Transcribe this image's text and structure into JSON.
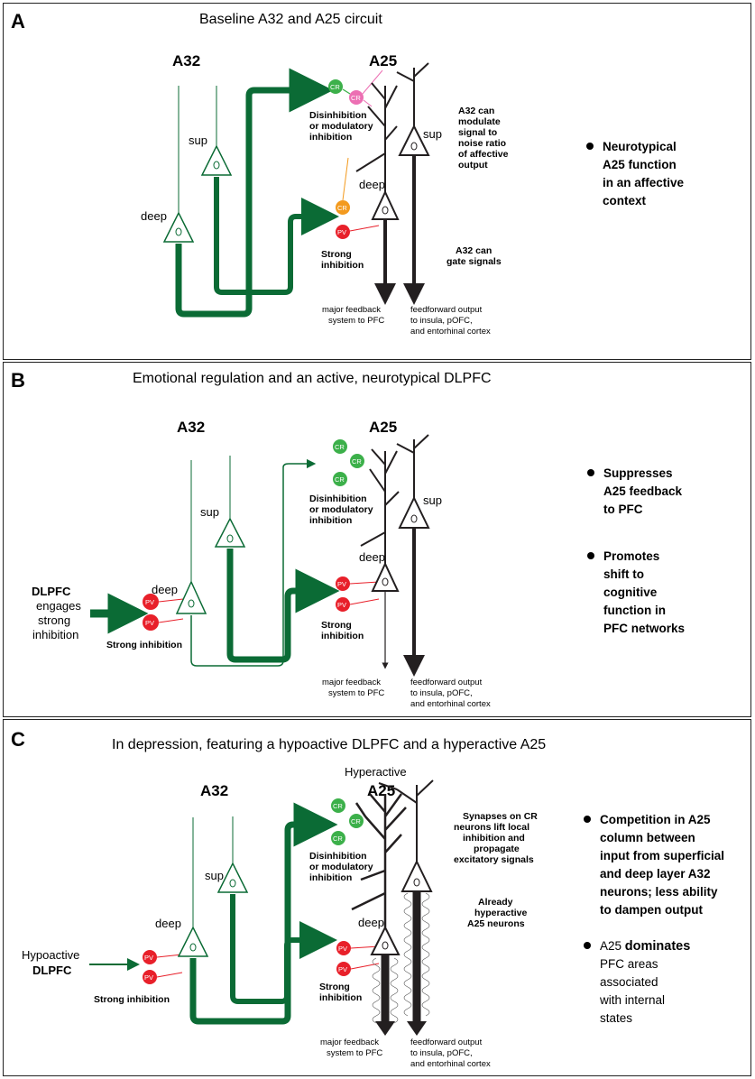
{
  "panels": [
    {
      "letter": "A",
      "title": "Baseline A32 and A25 circuit",
      "a32": "A32",
      "a25": "A25",
      "sup": "sup",
      "deep": "deep",
      "a25_sup": "sup",
      "a25_deep": "deep",
      "cr": "CR",
      "pv": "PV",
      "disinh": [
        "Disinhibition",
        "or modulatory",
        "inhibition"
      ],
      "strong": [
        "Strong",
        "inhibition"
      ],
      "modulate": [
        "A32 can",
        "modulate",
        "signal to",
        "noise ratio",
        "of affective",
        "output"
      ],
      "gate": [
        "A32 can",
        "gate signals"
      ],
      "feedback": [
        "major feedback",
        "system to PFC"
      ],
      "feedforward": [
        "feedforward output",
        "to insula, pOFC,",
        "and entorhinal cortex"
      ],
      "bullets": [
        [
          "Neurotypical",
          "A25 function",
          "in an affective",
          "context"
        ]
      ]
    },
    {
      "letter": "B",
      "title": "Emotional regulation and an active, neurotypical DLPFC",
      "a32": "A32",
      "a25": "A25",
      "sup": "sup",
      "deep": "deep",
      "a25_sup": "sup",
      "a25_deep": "deep",
      "cr": "CR",
      "pv": "PV",
      "dlpfc": [
        "DLPFC",
        "engages",
        "strong",
        "inhibition"
      ],
      "strong_left": "Strong inhibition",
      "disinh": [
        "Disinhibition",
        "or modulatory",
        "inhibition"
      ],
      "strong": [
        "Strong",
        "inhibition"
      ],
      "feedback": [
        "major feedback",
        "system to PFC"
      ],
      "feedforward": [
        "feedforward output",
        "to insula, pOFC,",
        "and entorhinal cortex"
      ],
      "bullets": [
        [
          "Suppresses",
          "A25 feedback",
          "to PFC"
        ],
        [
          "Promotes",
          "shift to",
          "cognitive",
          "function in",
          "PFC networks"
        ]
      ]
    },
    {
      "letter": "C",
      "title": "In depression, featuring a hypoactive DLPFC and a hyperactive A25",
      "hyperactive": "Hyperactive",
      "a32": "A32",
      "a25": "A25",
      "sup": "sup",
      "deep": "deep",
      "a25_deep": "deep",
      "cr": "CR",
      "pv": "PV",
      "dlpfc_pre": "Hypoactive",
      "dlpfc": "DLPFC",
      "strong_left": "Strong inhibition",
      "disinh": [
        "Disinhibition",
        "or modulatory",
        "inhibition"
      ],
      "strong": [
        "Strong",
        "inhibition"
      ],
      "synapses": [
        "Synapses on CR",
        "neurons lift local",
        "inhibition and",
        "propagate",
        "excitatory signals"
      ],
      "already": [
        "Already",
        "hyperactive",
        "A25 neurons"
      ],
      "feedback": [
        "major feedback",
        "system to PFC"
      ],
      "feedforward": [
        "feedforward output",
        "to insula, pOFC,",
        "and entorhinal cortex"
      ],
      "bullet1": [
        "Competition in A25",
        "column between",
        "input from superficial",
        "and deep layer A32",
        "neurons; less ability",
        "to dampen output"
      ],
      "bullet2_pre": "A25 ",
      "bullet2_bold": "dominates",
      "bullet2_rest": [
        "PFC areas",
        "associated",
        "with internal",
        "states"
      ]
    }
  ],
  "colors": {
    "green": "#0b6b35",
    "cr": "#3cb04a",
    "cr_pink": "#ec6fb3",
    "cr_orange": "#f39a1e",
    "pv": "#e8202a",
    "black": "#231f20"
  }
}
